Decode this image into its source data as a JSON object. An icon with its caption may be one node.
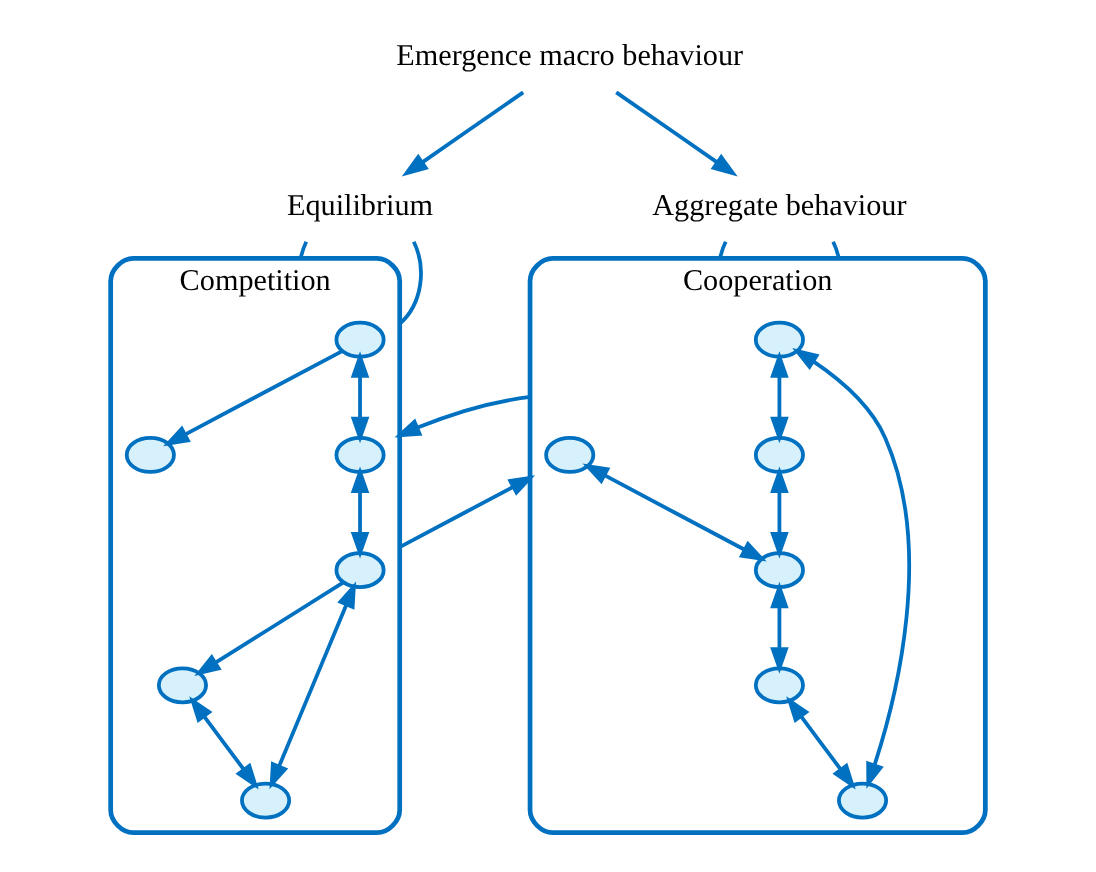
{
  "diagram": {
    "nodes": [
      {
        "text": [
          "Emergence macro behaviour"
        ]
      },
      {
        "text": [
          "Equilibrium"
        ]
      },
      {
        "text": [
          "Aggregate behaviour"
        ]
      },
      {
        "text": [
          "Competition"
        ]
      },
      {
        "text": [],
        "shape": "circle",
        "in": 3
      },
      {
        "text": [],
        "shape": "circle",
        "in": 3
      },
      {
        "text": [],
        "shape": "circle",
        "in": 3
      },
      {
        "text": [],
        "shape": "circle",
        "in": 3
      },
      {
        "text": [],
        "shape": "circle",
        "in": 3
      },
      {
        "text": [],
        "shape": "circle",
        "in": 3
      },
      {
        "text": [
          "Cooperation"
        ]
      },
      {
        "text": [],
        "shape": "circle",
        "in": 10
      },
      {
        "text": [],
        "shape": "circle",
        "in": 10
      },
      {
        "text": [],
        "shape": "circle",
        "in": 10
      },
      {
        "text": [],
        "shape": "circle",
        "in": 10
      },
      {
        "text": [],
        "shape": "circle",
        "in": 10
      },
      {
        "text": [],
        "shape": "circle",
        "in": 10
      }
    ],
    "edges": [
      {
        "from": 0,
        "to": 1,
        "arrow": "to"
      },
      {
        "from": 0,
        "to": 2,
        "arrow": "to"
      },
      {
        "from": 1,
        "to": 3,
        "arrow": "none"
      },
      {
        "from": 1,
        "to": 3,
        "arrow": "none"
      },
      {
        "from": 2,
        "to": 10,
        "arrow": "none"
      },
      {
        "from": 2,
        "to": 10,
        "arrow": "none"
      },
      {
        "from": 10,
        "to": 3,
        "arrow": "to"
      },
      {
        "from": 3,
        "to": 10,
        "arrow": "to"
      },
      {
        "from": 4,
        "to": 6,
        "arrow": "both"
      },
      {
        "from": 4,
        "to": 5,
        "arrow": "to"
      },
      {
        "from": 6,
        "to": 7,
        "arrow": "both"
      },
      {
        "from": 7,
        "to": 9,
        "arrow": "both"
      },
      {
        "from": 7,
        "to": 8,
        "arrow": "to"
      },
      {
        "from": 8,
        "to": 9,
        "arrow": "both"
      },
      {
        "from": 11,
        "to": 13,
        "arrow": "both"
      },
      {
        "from": 13,
        "to": 16,
        "arrow": "both"
      },
      {
        "from": 14,
        "to": 16,
        "arrow": "both"
      },
      {
        "from": 16,
        "to": 15,
        "arrow": "both"
      },
      {
        "from": 15,
        "to": 12,
        "arrow": "both"
      },
      {
        "from": 12,
        "to": 11,
        "arrow": "both"
      }
    ]
  }
}
